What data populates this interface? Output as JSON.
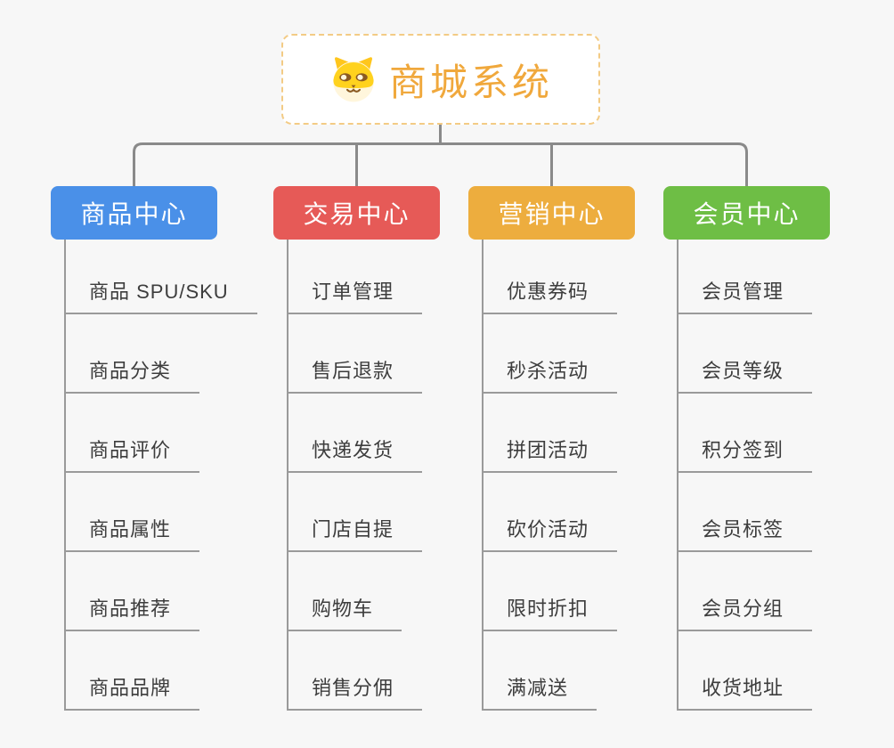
{
  "page": {
    "background_color": "#F7F7F7",
    "connector_color": "#8A8A8A",
    "leaf_line_color": "#9A9A9A"
  },
  "root": {
    "title": "商城系统",
    "icon": "shiba-dog-icon",
    "text_color": "#F0A83C",
    "border_color": "#F3CB85"
  },
  "branches": [
    {
      "label": "商品中心",
      "color": "#4A90E8",
      "children": [
        "商品 SPU/SKU",
        "商品分类",
        "商品评价",
        "商品属性",
        "商品推荐",
        "商品品牌"
      ]
    },
    {
      "label": "交易中心",
      "color": "#E65A57",
      "children": [
        "订单管理",
        "售后退款",
        "快递发货",
        "门店自提",
        "购物车",
        "销售分佣"
      ]
    },
    {
      "label": "营销中心",
      "color": "#EDAD3E",
      "children": [
        "优惠券码",
        "秒杀活动",
        "拼团活动",
        "砍价活动",
        "限时折扣",
        "满减送"
      ]
    },
    {
      "label": "会员中心",
      "color": "#6EBE45",
      "children": [
        "会员管理",
        "会员等级",
        "积分签到",
        "会员标签",
        "会员分组",
        "收货地址"
      ]
    }
  ]
}
